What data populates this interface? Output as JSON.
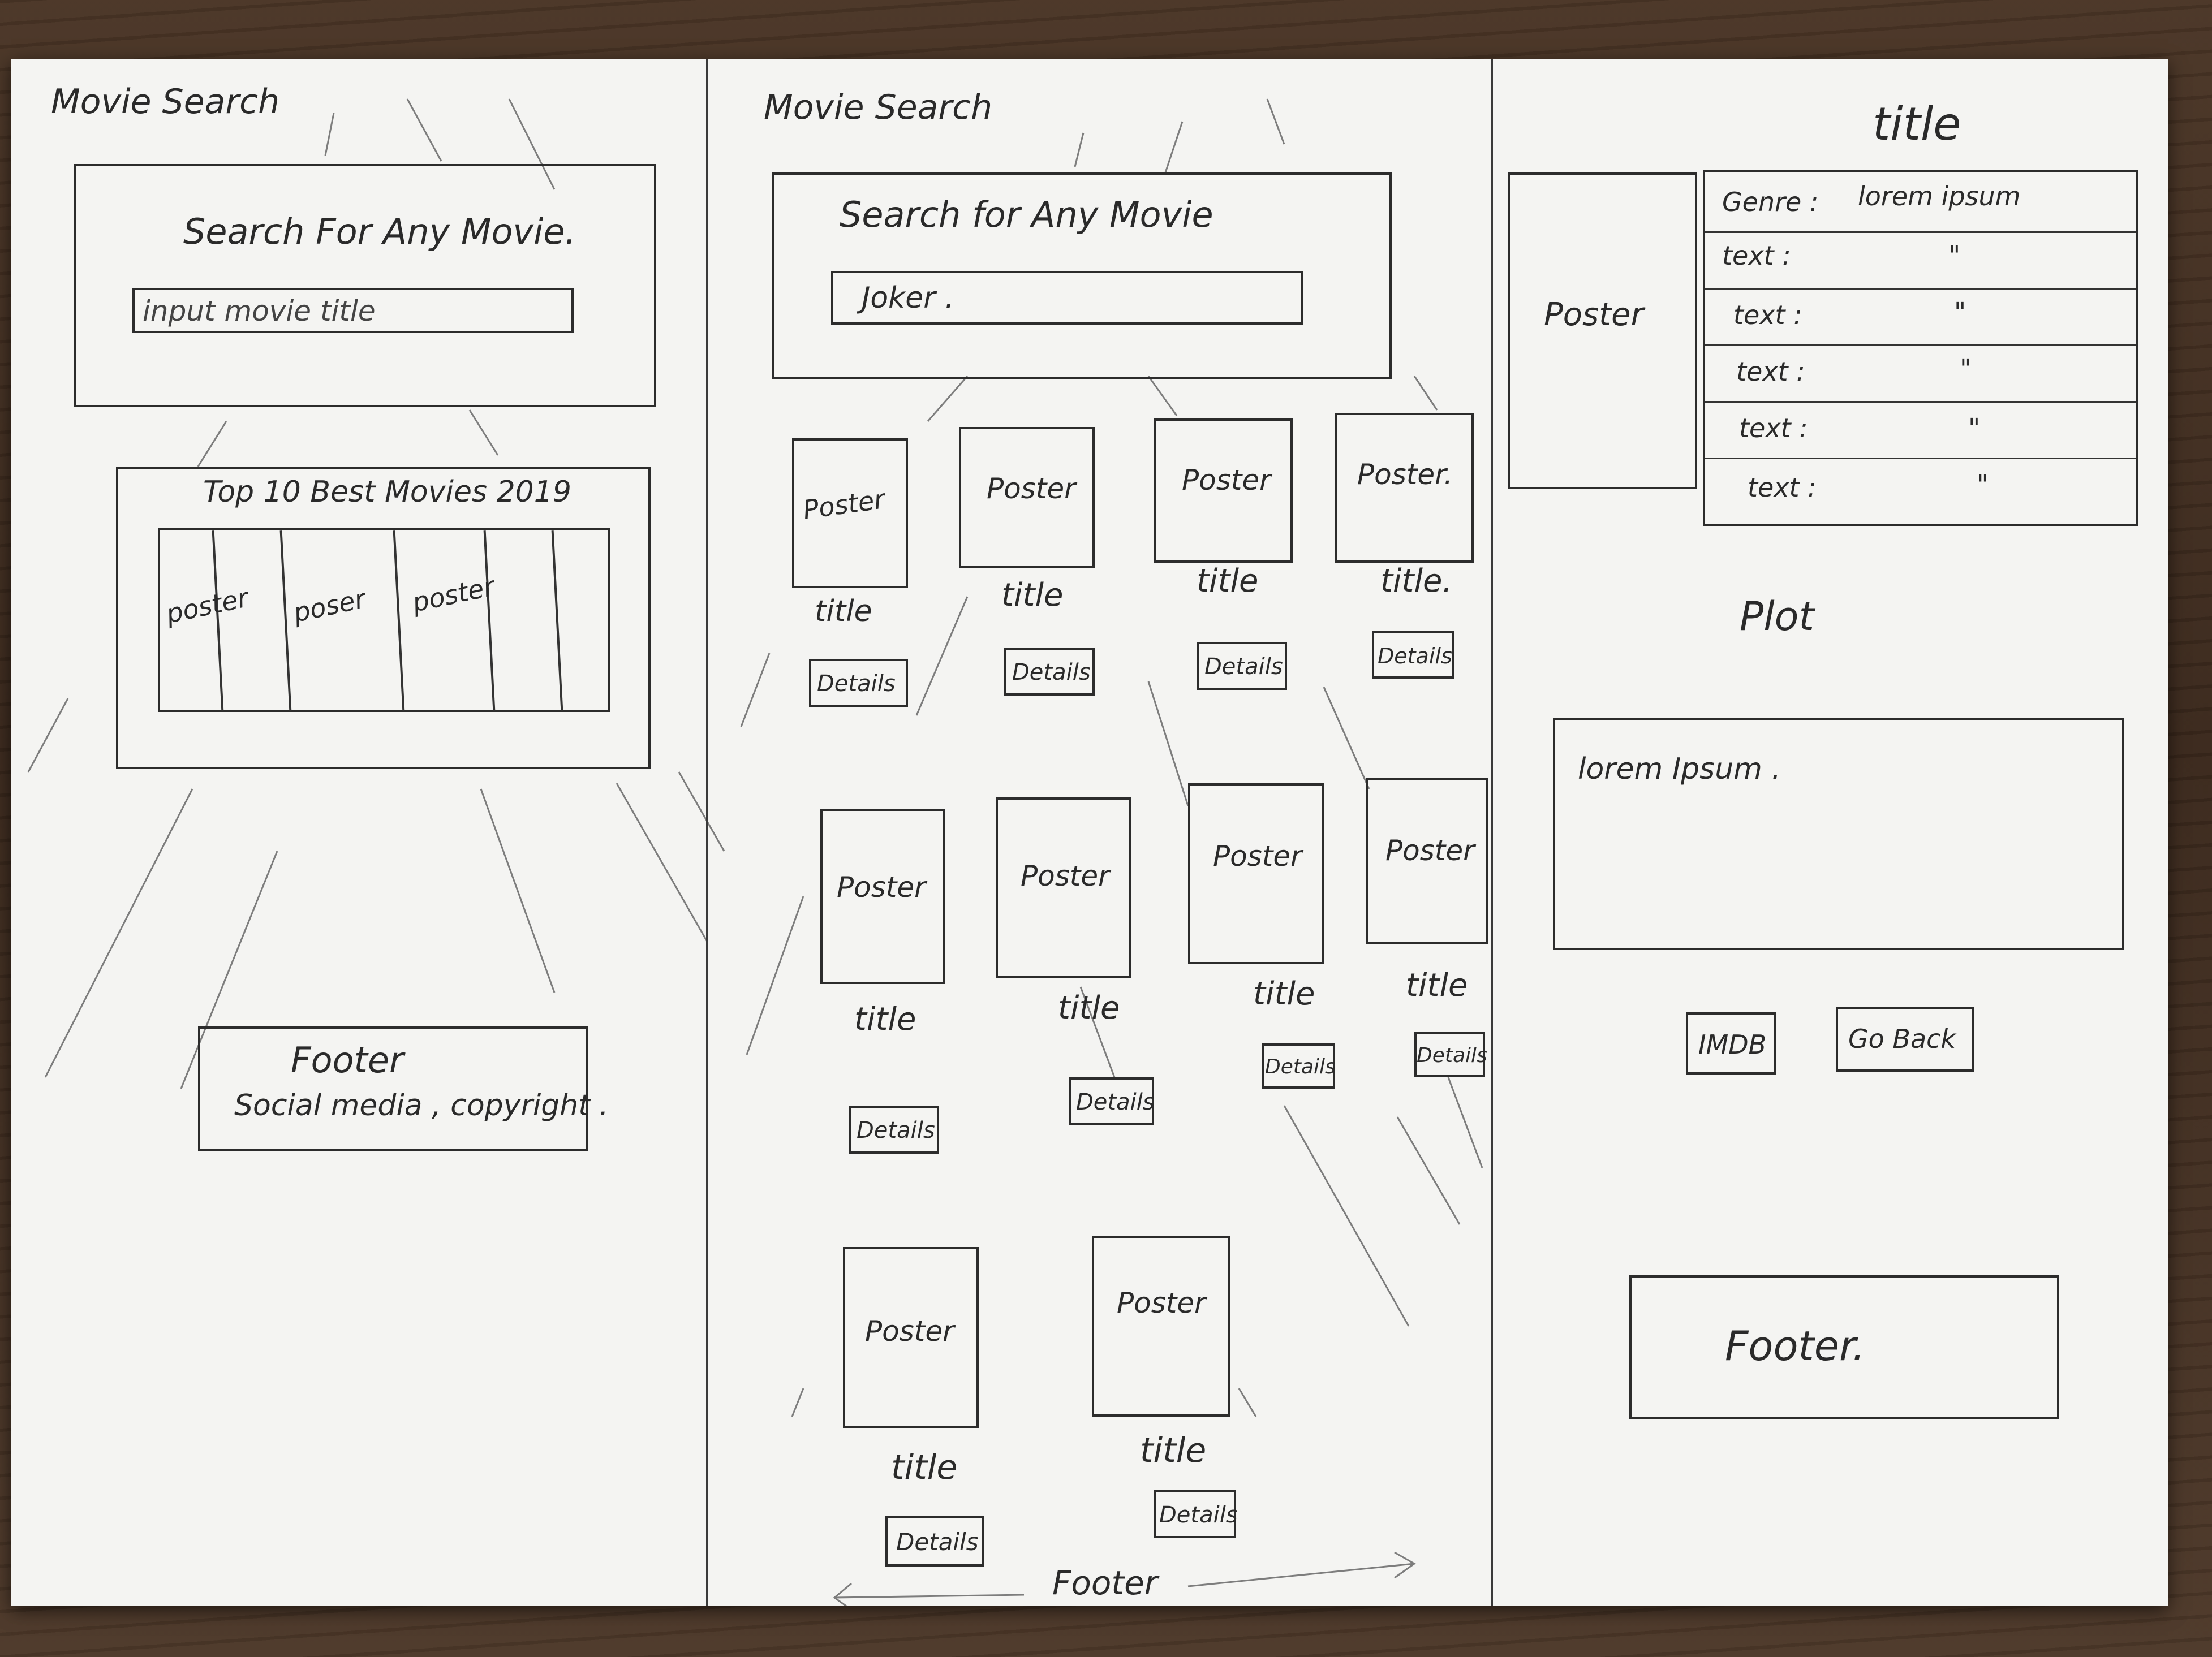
{
  "panel1": {
    "header": "Movie Search",
    "search_label": "Search For Any Movie.",
    "search_placeholder": "input movie title",
    "top_heading": "Top 10 Best Movies 2019",
    "carousel_posters": [
      "poster",
      "poser",
      "poster"
    ],
    "footer_title": "Footer",
    "footer_text": "Social media , copyright ."
  },
  "panel2": {
    "header": "Movie Search",
    "search_label": "Search for Any Movie",
    "search_value": "Joker .",
    "grid": [
      {
        "poster": "Poster",
        "title": "title",
        "button": "Details"
      },
      {
        "poster": "Poster",
        "title": "title",
        "button": "Details"
      },
      {
        "poster": "Poster",
        "title": "title",
        "button": "Details"
      },
      {
        "poster": "Poster.",
        "title": "title.",
        "button": "Details"
      },
      {
        "poster": "Poster",
        "title": "title",
        "button": "Details"
      },
      {
        "poster": "Poster",
        "title": "title",
        "button": "Details"
      },
      {
        "poster": "Poster",
        "title": "title",
        "button": "Details"
      },
      {
        "poster": "Poster",
        "title": "title",
        "button": "Details"
      },
      {
        "poster": "Poster",
        "title": "title",
        "button": "Details"
      },
      {
        "poster": "Poster",
        "title": "title",
        "button": "Details"
      }
    ],
    "footer": "Footer"
  },
  "panel3": {
    "title": "title",
    "poster": "Poster",
    "info_rows": [
      {
        "label": "Genre :",
        "value": "lorem ipsum"
      },
      {
        "label": "text :",
        "value": "\""
      },
      {
        "label": "text :",
        "value": "\""
      },
      {
        "label": "text :",
        "value": "\""
      },
      {
        "label": "text :",
        "value": "\""
      },
      {
        "label": "text :",
        "value": "\""
      }
    ],
    "plot_heading": "Plot",
    "plot_text": "lorem Ipsum .",
    "imdb_button": "IMDB",
    "go_back_button": "Go Back",
    "footer": "Footer."
  }
}
